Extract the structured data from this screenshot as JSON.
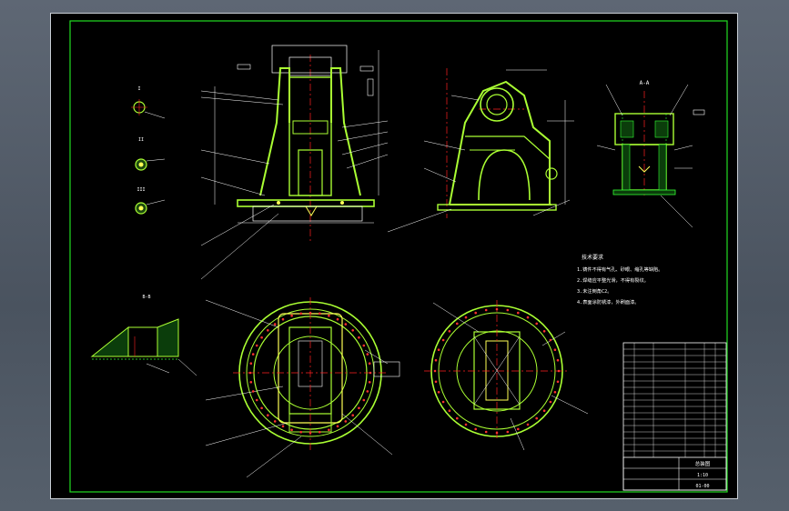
{
  "drawing": {
    "colors": {
      "background": "#000000",
      "frame": "#22dd22",
      "part": "#aaff33",
      "centerline": "#ff2020",
      "hole": "#ff3030",
      "dimension": "#ffffff",
      "inner": "#ffff55",
      "hatch": "#33ff33"
    },
    "views": [
      {
        "name": "front-section",
        "label": ""
      },
      {
        "name": "side-view",
        "label": ""
      },
      {
        "name": "section-a-a",
        "label": "A-A"
      },
      {
        "name": "detail-bottom-left",
        "label": "B-B"
      },
      {
        "name": "plan-view",
        "label": ""
      },
      {
        "name": "bottom-view",
        "label": ""
      },
      {
        "name": "small-detail-1",
        "label": "I"
      },
      {
        "name": "small-detail-2",
        "label": "II"
      },
      {
        "name": "small-detail-3",
        "label": "III"
      }
    ],
    "notes": {
      "title": "技术要求",
      "lines": [
        "1.铸件不得有气孔、砂眼、缩孔等缺陷。",
        "2.焊缝应平整光滑，不得有裂纹。",
        "3.未注倒角C2。",
        "4.表面涂防锈漆，外刷面漆。"
      ]
    },
    "title_block": {
      "name": "总装图",
      "scale": "1:10",
      "drawing_no": "01-00"
    }
  }
}
